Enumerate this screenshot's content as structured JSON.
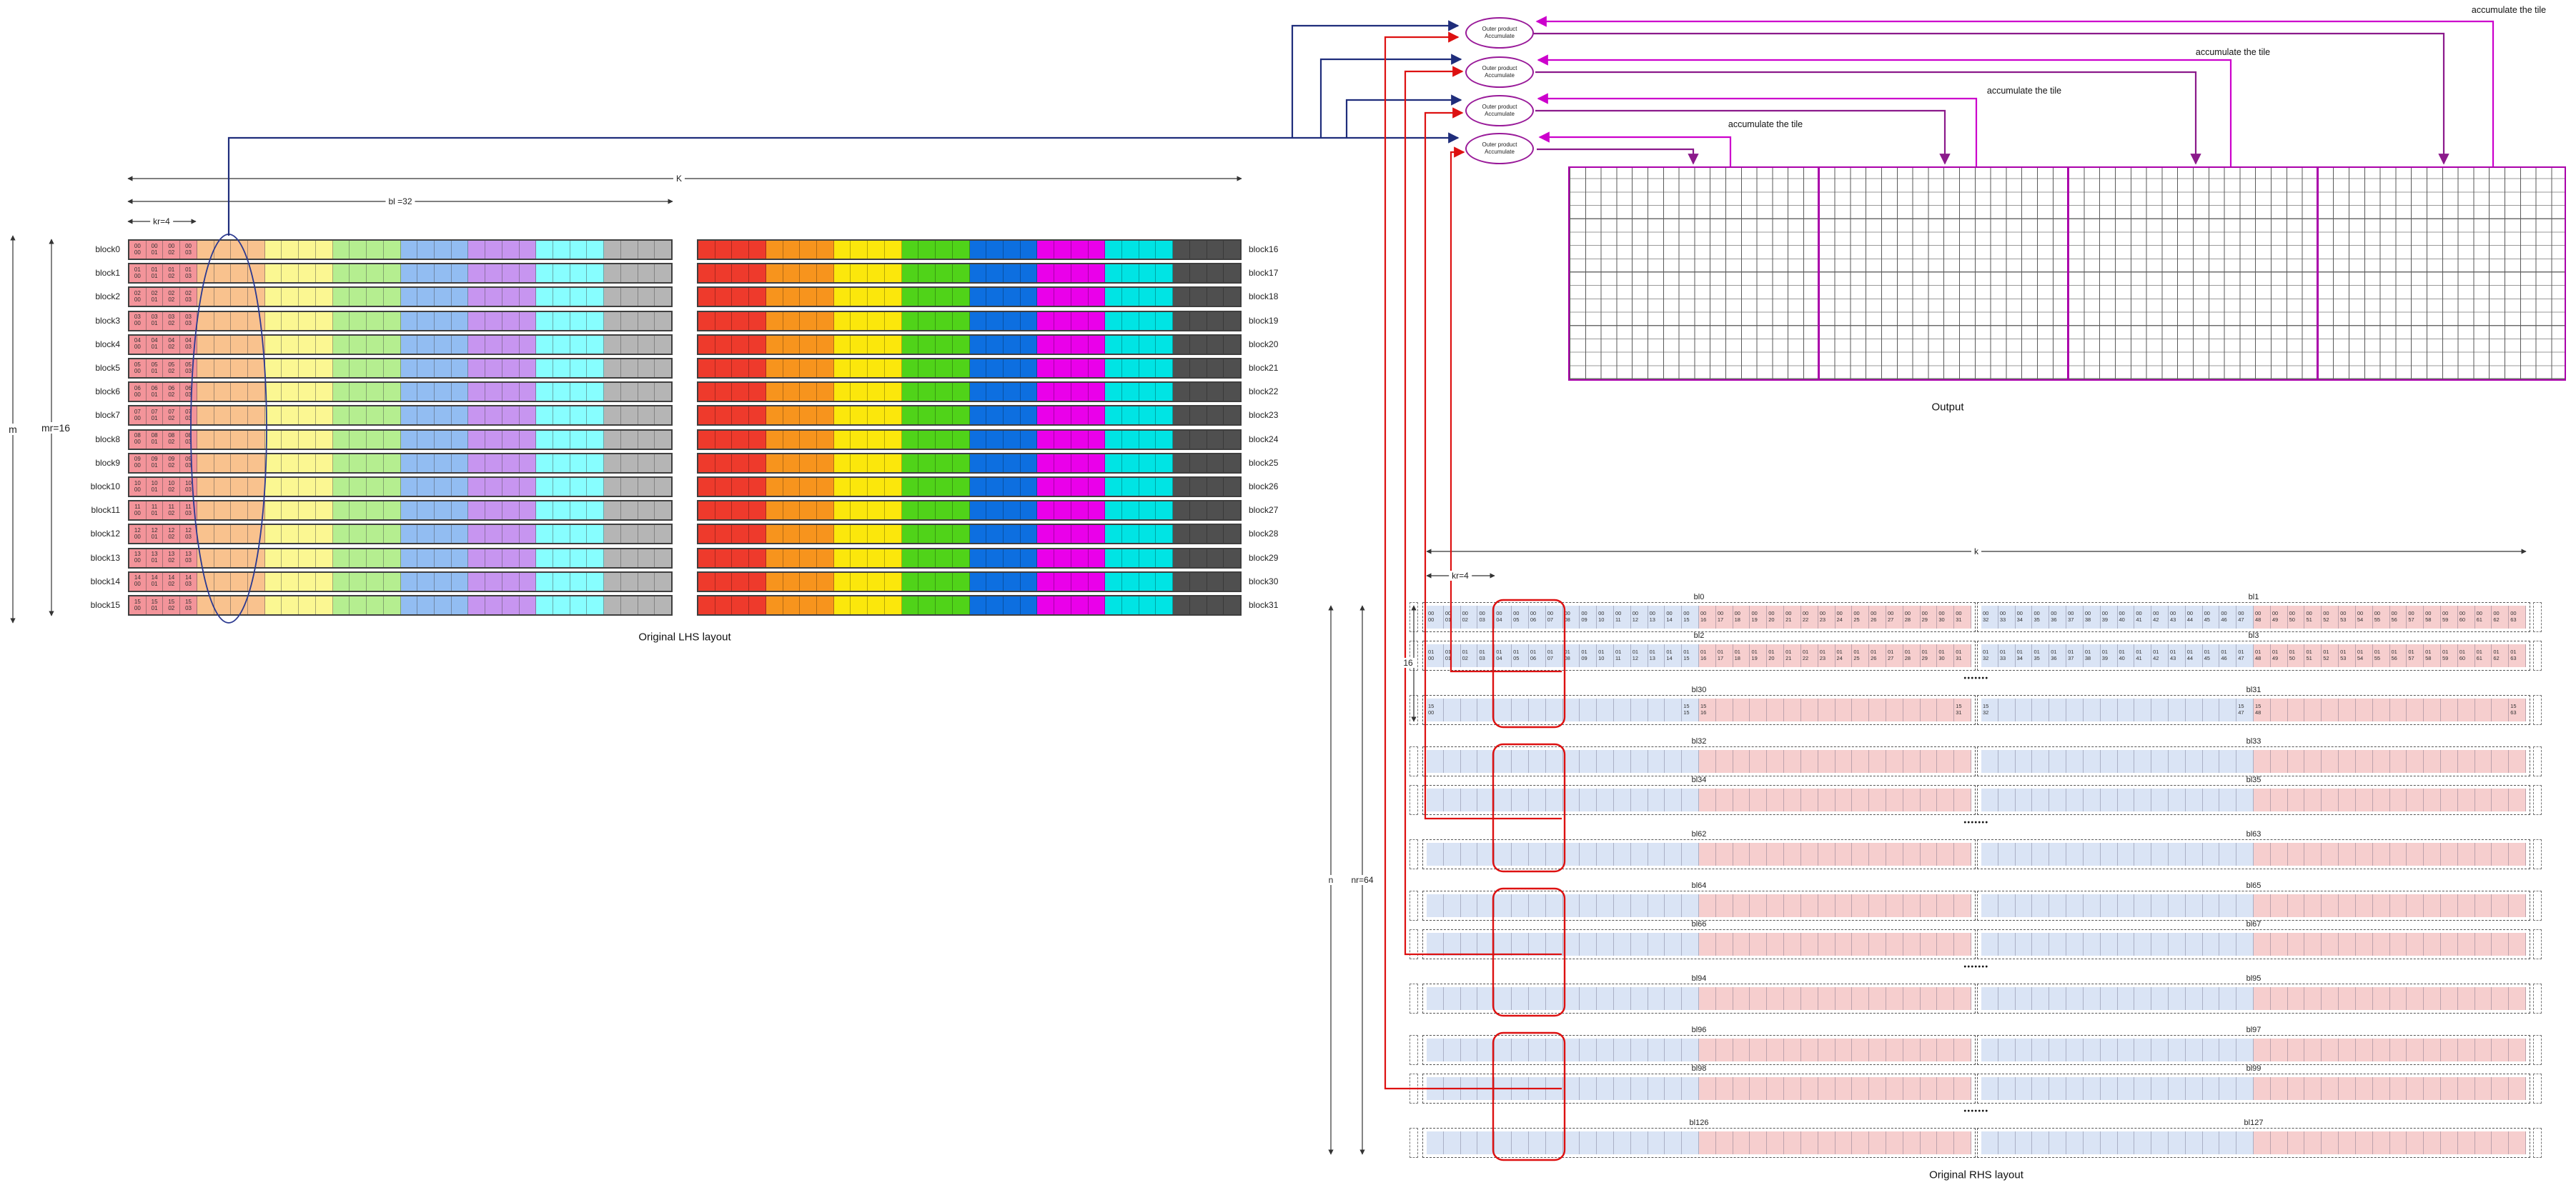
{
  "lhs": {
    "caption": "Original LHS layout",
    "left_block_labels": [
      "block0",
      "block1",
      "block2",
      "block3",
      "block4",
      "block5",
      "block6",
      "block7",
      "block8",
      "block9",
      "block10",
      "block11",
      "block12",
      "block13",
      "block14",
      "block15"
    ],
    "right_block_labels": [
      "block16",
      "block17",
      "block18",
      "block19",
      "block20",
      "block21",
      "block22",
      "block23",
      "block24",
      "block25",
      "block26",
      "block27",
      "block28",
      "block29",
      "block30",
      "block31"
    ],
    "row_ids": [
      "00",
      "01",
      "02",
      "03",
      "04",
      "05",
      "06",
      "07",
      "08",
      "09",
      "10",
      "11",
      "12",
      "13",
      "14",
      "15"
    ],
    "kr_col_ids": [
      "00",
      "01",
      "02",
      "03"
    ],
    "light_segments": [
      "#f3949a",
      "#f9c28e",
      "#fbf792",
      "#b5ee90",
      "#92bdf2",
      "#c795f0",
      "#87feff",
      "#b5b5b5"
    ],
    "bright_segments": [
      "#ee3a2c",
      "#f7941d",
      "#fbe70c",
      "#50d319",
      "#0d6fe0",
      "#ea00ea",
      "#00e4e4",
      "#4f4f4f"
    ],
    "dims": {
      "K": "K",
      "bl": "bl =32",
      "kr": "kr=4",
      "m": "m",
      "mr": "mr=16"
    }
  },
  "accumulators": {
    "line1": "Outer product",
    "line2": "Accumulate",
    "count": 4
  },
  "accumulate_label": "accumulate the tile",
  "output": {
    "caption": "Output",
    "sections": 4,
    "rows": 16,
    "cols_per_section": 16
  },
  "rhs": {
    "caption": "Original RHS layout",
    "dims": {
      "k": "k",
      "kr": "kr=4",
      "n": "n",
      "nr": "nr=64",
      "group16": "16"
    },
    "ellipsis": "•••••••",
    "cell_blue": "#dae4f5",
    "cell_pink": "#f6cece",
    "col_count": 64,
    "partial_cols": [
      0,
      15,
      16,
      31,
      32,
      47,
      48,
      63
    ],
    "rows": [
      {
        "type": "row",
        "left": "bl0",
        "right": "bl1",
        "fill": "full",
        "row_id": "00"
      },
      {
        "type": "row",
        "left": "bl2",
        "right": "bl3",
        "fill": "full",
        "row_id": "01"
      },
      {
        "type": "ellipsis"
      },
      {
        "type": "row",
        "left": "bl30",
        "right": "bl31",
        "fill": "partial",
        "row_id": "15"
      },
      {
        "type": "row",
        "left": "bl32",
        "right": "bl33",
        "fill": "empty",
        "row_id": ""
      },
      {
        "type": "row",
        "left": "bl34",
        "right": "bl35",
        "fill": "empty",
        "row_id": ""
      },
      {
        "type": "ellipsis"
      },
      {
        "type": "row",
        "left": "bl62",
        "right": "bl63",
        "fill": "empty",
        "row_id": ""
      },
      {
        "type": "row",
        "left": "bl64",
        "right": "bl65",
        "fill": "empty",
        "row_id": ""
      },
      {
        "type": "row",
        "left": "bl66",
        "right": "bl67",
        "fill": "empty",
        "row_id": ""
      },
      {
        "type": "ellipsis"
      },
      {
        "type": "row",
        "left": "bl94",
        "right": "bl95",
        "fill": "empty",
        "row_id": ""
      },
      {
        "type": "row",
        "left": "bl96",
        "right": "bl97",
        "fill": "empty",
        "row_id": ""
      },
      {
        "type": "row",
        "left": "bl98",
        "right": "bl99",
        "fill": "empty",
        "row_id": ""
      },
      {
        "type": "ellipsis"
      },
      {
        "type": "row",
        "left": "bl126",
        "right": "bl127",
        "fill": "empty",
        "row_id": ""
      }
    ]
  },
  "colors": {
    "navy": "#1f2d7b",
    "red": "#dd1111",
    "magenta": "#cc00cc",
    "purple_dark": "#8b1a8b",
    "ellipse_border": "#991a99",
    "grid_border": "#aa00aa"
  }
}
